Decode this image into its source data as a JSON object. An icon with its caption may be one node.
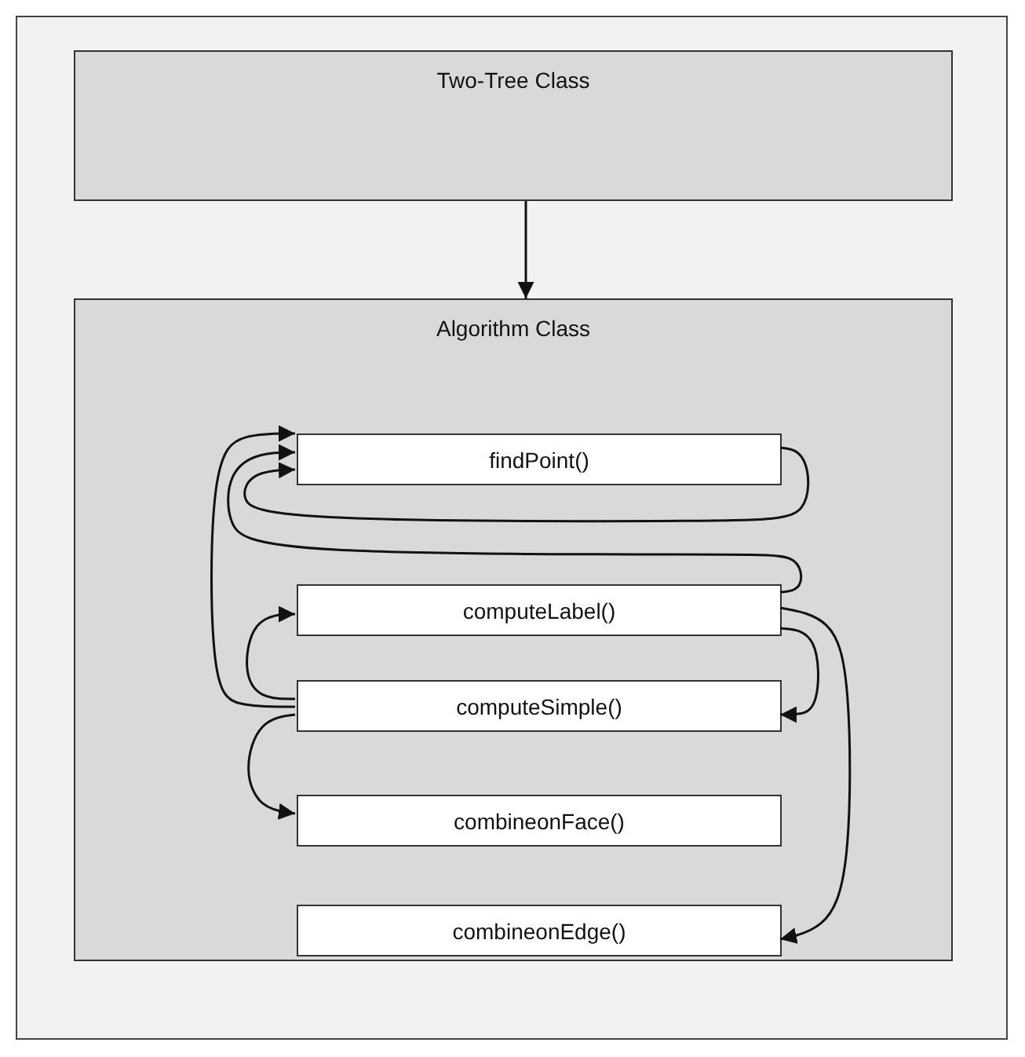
{
  "diagram": {
    "nodes": [
      {
        "text": [
          "Two-Tree Class"
        ]
      },
      {
        "text": [
          "Algorithm Class"
        ]
      },
      {
        "text": [
          "findPoint()"
        ],
        "in": 1
      },
      {
        "text": [
          "computeLabel()"
        ],
        "in": 1
      },
      {
        "text": [
          "computeSimple()"
        ],
        "in": 1
      },
      {
        "text": [
          "combineonFace()"
        ],
        "in": 1
      },
      {
        "text": [
          "combineonEdge()"
        ],
        "in": 1
      }
    ],
    "edges": [
      {
        "from": 0,
        "to": 1,
        "arrow": "to"
      },
      {
        "from": 2,
        "to": 2,
        "arrow": "to"
      },
      {
        "from": 3,
        "to": 2,
        "arrow": "to"
      },
      {
        "from": 4,
        "to": 2,
        "arrow": "to"
      },
      {
        "from": 4,
        "to": 3,
        "arrow": "to"
      },
      {
        "from": 3,
        "to": 4,
        "arrow": "to"
      },
      {
        "from": 3,
        "to": 6,
        "arrow": "to"
      },
      {
        "from": 4,
        "to": 5,
        "arrow": "to"
      }
    ]
  }
}
